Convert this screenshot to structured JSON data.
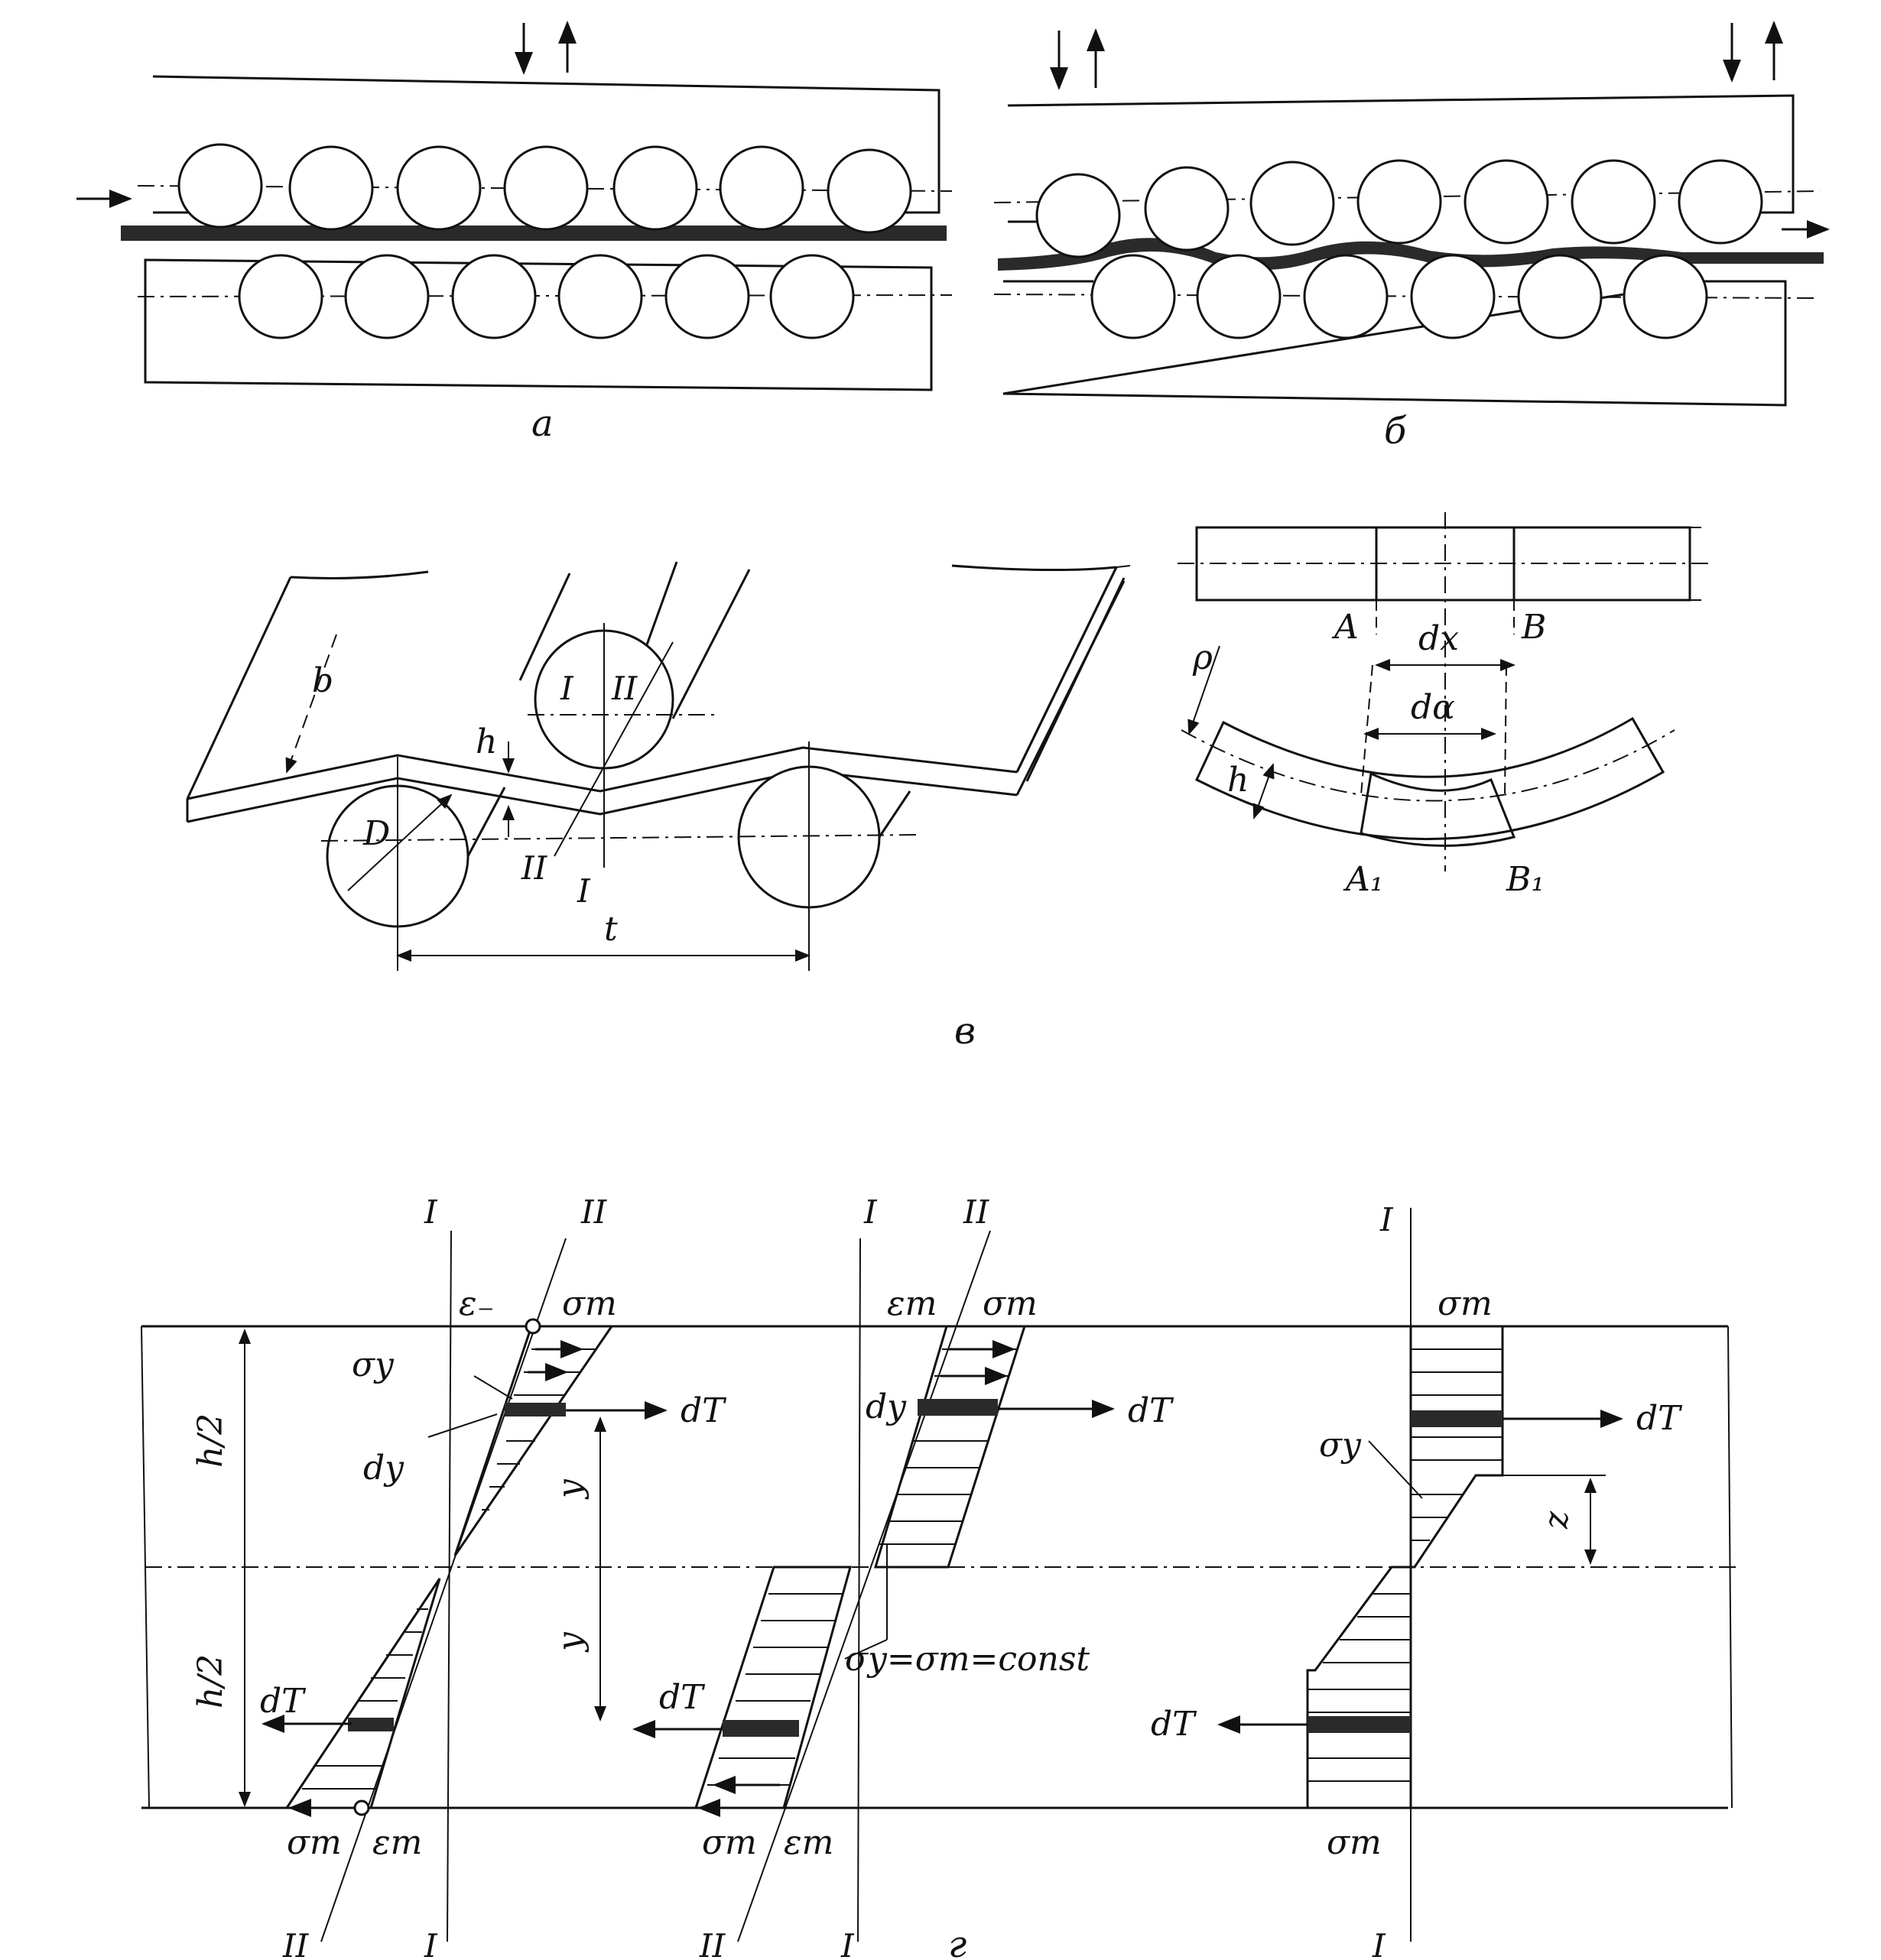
{
  "captions": {
    "a": "а",
    "b": "б",
    "v": "в",
    "g": "г"
  },
  "diagram_v": {
    "b": "b",
    "h": "h",
    "D": "D",
    "t": "t",
    "roman_1": "I",
    "roman_2": "II"
  },
  "element": {
    "A": "A",
    "B": "B",
    "dx": "dx",
    "dalpha": "dα",
    "rho": "ρ",
    "h": "h",
    "A1": "A₁",
    "B1": "B₁"
  },
  "stress": {
    "roman_1": "I",
    "roman_2": "II",
    "eps_minus": "ε₋",
    "eps_t": "εт",
    "sigma_t": "σт",
    "sigma_y": "σy",
    "dy": "dy",
    "dT": "dT",
    "y": "y",
    "z": "z",
    "half_h": "h/2",
    "const_eq": "σy=σт=const"
  }
}
